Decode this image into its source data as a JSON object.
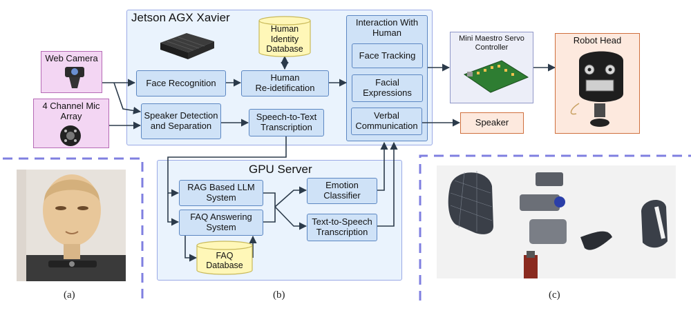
{
  "jetson": {
    "title": "Jetson AGX Xavier",
    "face_recognition": "Face Recognition",
    "human_reid": "Human\nRe-idetification",
    "human_db": "Human\nIdentity\nDatabase",
    "speaker_detection": "Speaker Detection\nand Separation",
    "stt": "Speech-to-Text\nTranscription",
    "interaction_title": "Interaction With\nHuman",
    "face_tracking": "Face Tracking",
    "facial_expressions": "Facial\nExpressions",
    "verbal_communication": "Verbal\nCommunication"
  },
  "inputs": {
    "web_camera": "Web Camera",
    "mic_array": "4 Channel Mic\nArray"
  },
  "outputs": {
    "servo_controller": "Mini Maestro Servo\nController",
    "robot_head": "Robot Head",
    "speaker": "Speaker"
  },
  "gpu": {
    "title": "GPU Server",
    "rag_llm": "RAG Based LLM\nSystem",
    "faq_answering": "FAQ Answering\nSystem",
    "emotion_classifier": "Emotion\nClassifier",
    "tts": "Text-to-Speech\nTranscription",
    "faq_db": "FAQ\nDatabase"
  },
  "captions": {
    "a": "(a)",
    "b": "(b)",
    "c": "(c)"
  },
  "colors": {
    "blue_fill": "#cfe2f7",
    "blue_border": "#5b86c2",
    "pink_fill": "#f3d6f3",
    "orange_fill": "#fde9de",
    "db_fill": "#fff7b8",
    "dash": "#7f7fe0"
  }
}
